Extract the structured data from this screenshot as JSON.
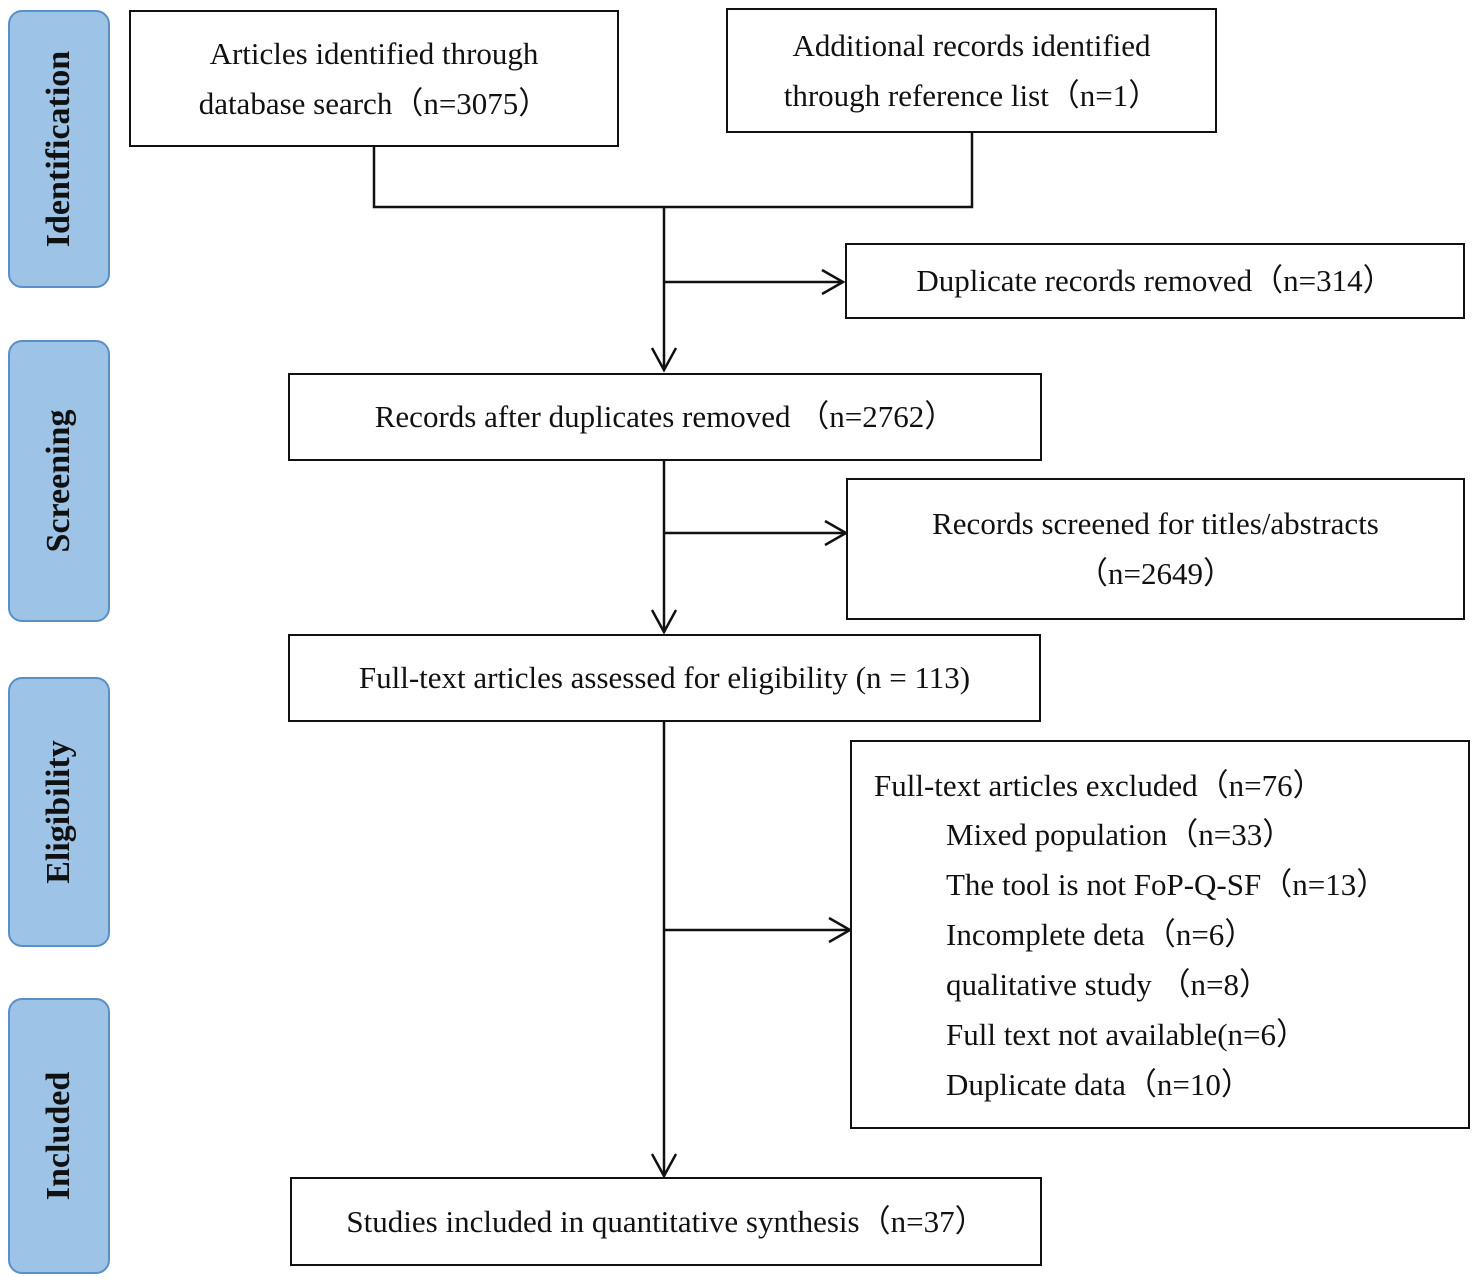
{
  "phases": [
    {
      "label": "Identification"
    },
    {
      "label": "Screening"
    },
    {
      "label": "Eligibility"
    },
    {
      "label": "Included"
    }
  ],
  "boxes": {
    "database_search": {
      "line1": "Articles identified through",
      "line2": "database search（n=3075）"
    },
    "reference_list": {
      "line1": "Additional records identified",
      "line2": "through reference list（n=1）"
    },
    "duplicates_removed": {
      "text": "Duplicate records removed（n=314）"
    },
    "after_duplicates": {
      "text": "Records after duplicates removed （n=2762）"
    },
    "screened": {
      "line1": "Records screened for titles/abstracts",
      "line2": "（n=2649）"
    },
    "fulltext_assessed": {
      "text": "Full-text articles assessed for eligibility (n = 113)"
    },
    "fulltext_excluded": {
      "title": "Full-text articles excluded（n=76）",
      "reasons": [
        "Mixed population（n=33）",
        "The tool is not FoP-Q-SF（n=13）",
        "Incomplete deta（n=6）",
        "qualitative study （n=8）",
        "Full text not available(n=6）",
        "Duplicate data（n=10）"
      ]
    },
    "included": {
      "text": "Studies included in quantitative synthesis（n=37）"
    }
  },
  "colors": {
    "phase_fill": "#9dc3e6",
    "phase_border": "#5b8fc7",
    "line": "#111111"
  }
}
